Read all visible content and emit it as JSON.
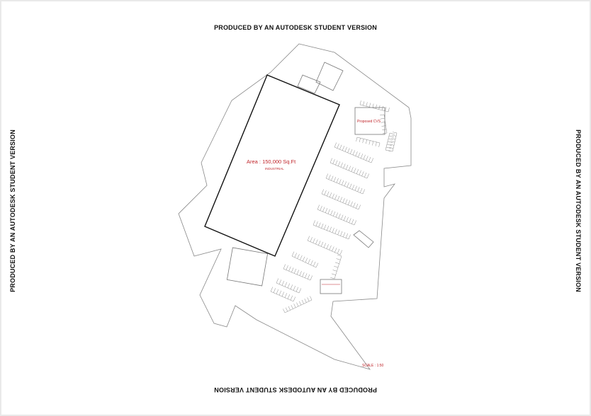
{
  "watermark": {
    "top": "PRODUCED BY AN AUTODESK STUDENT VERSION",
    "bottom": "PRODUCED BY AN AUTODESK STUDENT VERSION",
    "left": "PRODUCED BY AN AUTODESK STUDENT VERSION",
    "right": "PRODUCED BY AN AUTODESK STUDENT VERSION"
  },
  "building": {
    "area_label": "Area : 150,000 Sq.Ft",
    "use_label": "INDUSTRIAL"
  },
  "cvs": {
    "label": "Proposed CVS"
  },
  "scale": {
    "label": "SCALE : 1:50"
  },
  "colors": {
    "line": "#777777",
    "heavy": "#111111",
    "annotation": "#c0262b"
  }
}
